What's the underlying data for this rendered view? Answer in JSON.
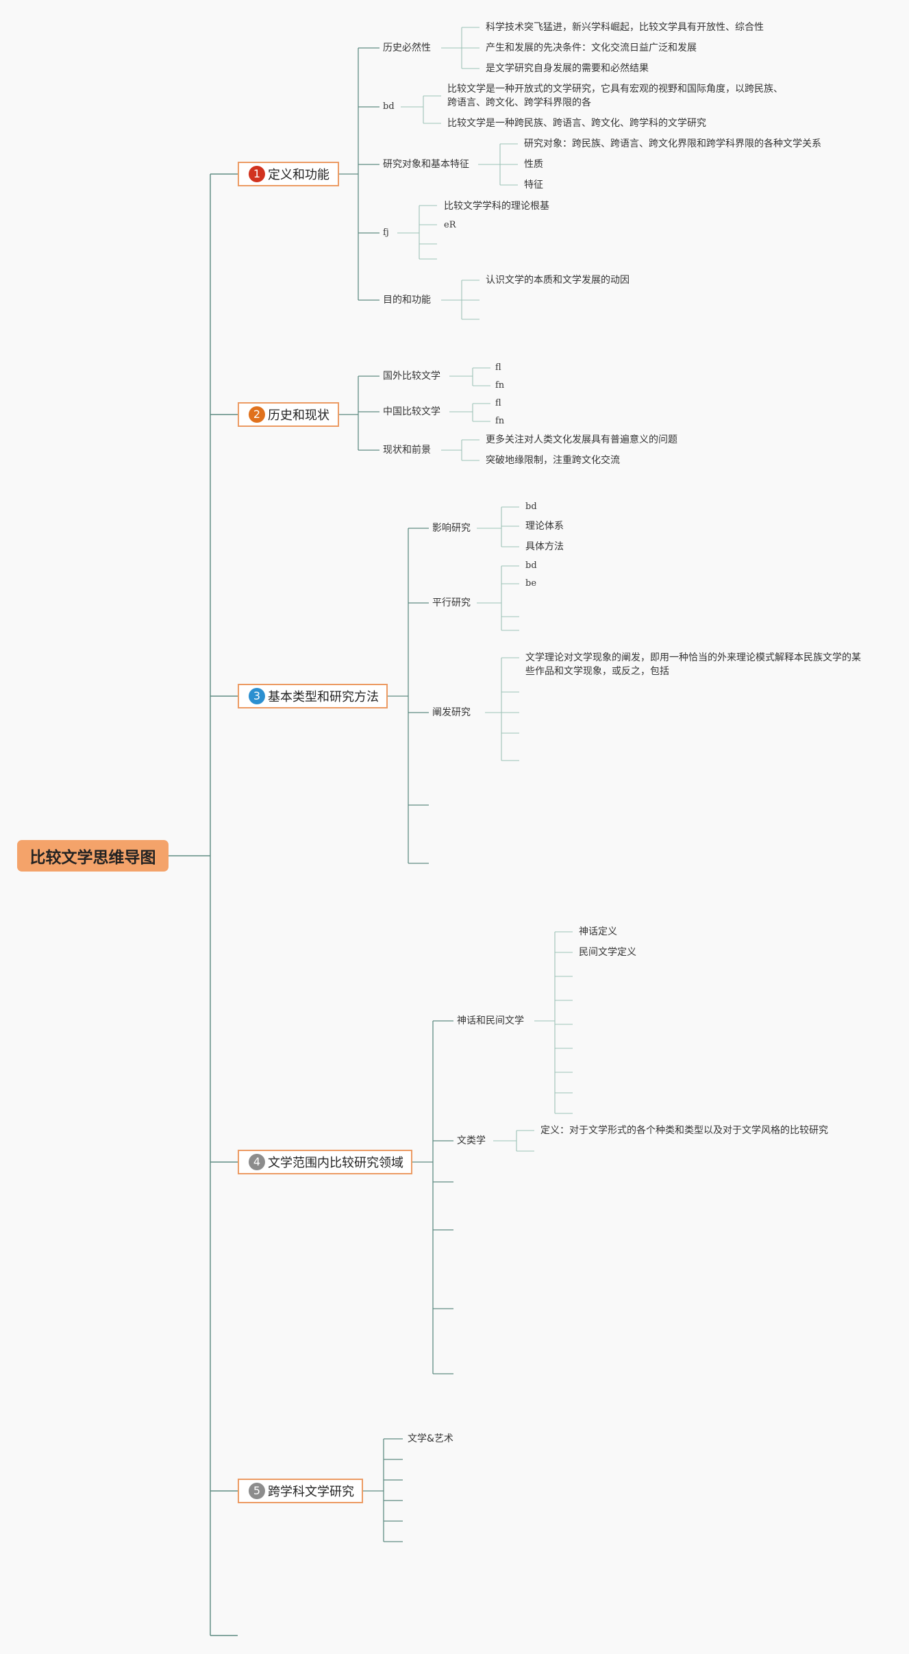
{
  "root": {
    "label": "比较文学思维导图"
  },
  "colors": {
    "line": "#5f8c82",
    "line_light": "#9cc2b6",
    "root_fill": "#f4a36a",
    "main_border": "#ec9a62",
    "num1": "#d1321e",
    "num2": "#e0711c",
    "num3": "#2b8fd0",
    "num4": "#8c8c8c",
    "num5": "#8c8c8c"
  },
  "topics": [
    {
      "num": "1",
      "label": "定义和功能",
      "children": [
        {
          "label": "历史必然性",
          "children": [
            "科学技术突飞猛进，新兴学科崛起，比较文学具有开放性、综合性",
            "产生和发展的先决条件：文化交流日益广泛和发展",
            "是文学研究自身发展的需要和必然结果"
          ]
        },
        {
          "label": "bd",
          "children": [
            "比较文学是一种开放式的文学研究，它具有宏观的视野和国际角度，以跨民族、跨语言、跨文化、跨学科界限的各",
            "比较文学是一种跨民族、跨语言、跨文化、跨学科的文学研究"
          ]
        },
        {
          "label": "研究对象和基本特征",
          "children": [
            "研究对象：跨民族、跨语言、跨文化界限和跨学科界限的各种文学关系",
            "性质",
            "特征"
          ]
        },
        {
          "label": "fj",
          "children": [
            "比较文学学科的理论根基",
            "eR"
          ]
        },
        {
          "label": "目的和功能",
          "children": [
            "认识文学的本质和文学发展的动因"
          ]
        }
      ]
    },
    {
      "num": "2",
      "label": "历史和现状",
      "children": [
        {
          "label": "国外比较文学",
          "children": [
            "fl",
            "fn"
          ]
        },
        {
          "label": "中国比较文学",
          "children": [
            "fl",
            "fn"
          ]
        },
        {
          "label": "现状和前景",
          "children": [
            "更多关注对人类文化发展具有普遍意义的问题",
            "突破地缘限制，注重跨文化交流"
          ]
        }
      ]
    },
    {
      "num": "3",
      "label": "基本类型和研究方法",
      "children": [
        {
          "label": "影响研究",
          "children": [
            "bd",
            "理论体系",
            "具体方法"
          ]
        },
        {
          "label": "平行研究",
          "children": [
            "bd",
            "be"
          ]
        },
        {
          "label": "阐发研究",
          "children": [
            "文学理论对文学现象的阐发，即用一种恰当的外来理论模式解释本民族文学的某些作品和文学现象，或反之，包括"
          ]
        }
      ]
    },
    {
      "num": "4",
      "label": "文学范围内比较研究领域",
      "children": [
        {
          "label": "神话和民间文学",
          "children": [
            "神话定义",
            "民间文学定义"
          ]
        },
        {
          "label": "文类学",
          "children": [
            "定义：对于文学形式的各个种类和类型以及对于文学风格的比较研究"
          ]
        }
      ]
    },
    {
      "num": "5",
      "label": "跨学科文学研究",
      "children": [
        {
          "label": "文学&艺术"
        }
      ]
    }
  ]
}
